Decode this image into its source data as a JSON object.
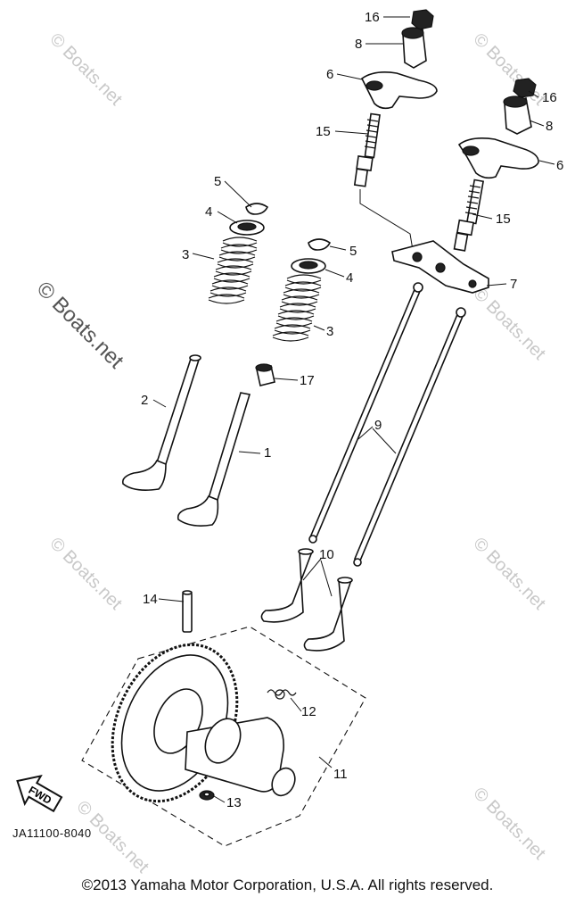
{
  "watermark": {
    "text": "© Boats.net"
  },
  "labels": {
    "p1": "1",
    "p2": "2",
    "p3a": "3",
    "p3b": "3",
    "p4a": "4",
    "p4b": "4",
    "p5a": "5",
    "p5b": "5",
    "p6a": "6",
    "p6b": "6",
    "p7": "7",
    "p8a": "8",
    "p8b": "8",
    "p9": "9",
    "p10": "10",
    "p11": "11",
    "p12": "12",
    "p13": "13",
    "p14": "14",
    "p15a": "15",
    "p15b": "15",
    "p16a": "16",
    "p16b": "16",
    "p17": "17"
  },
  "fwd_label": "FWD",
  "diagram_code": "JA11100-8040",
  "copyright": "©2013 Yamaha Motor Corporation, U.S.A. All rights reserved."
}
